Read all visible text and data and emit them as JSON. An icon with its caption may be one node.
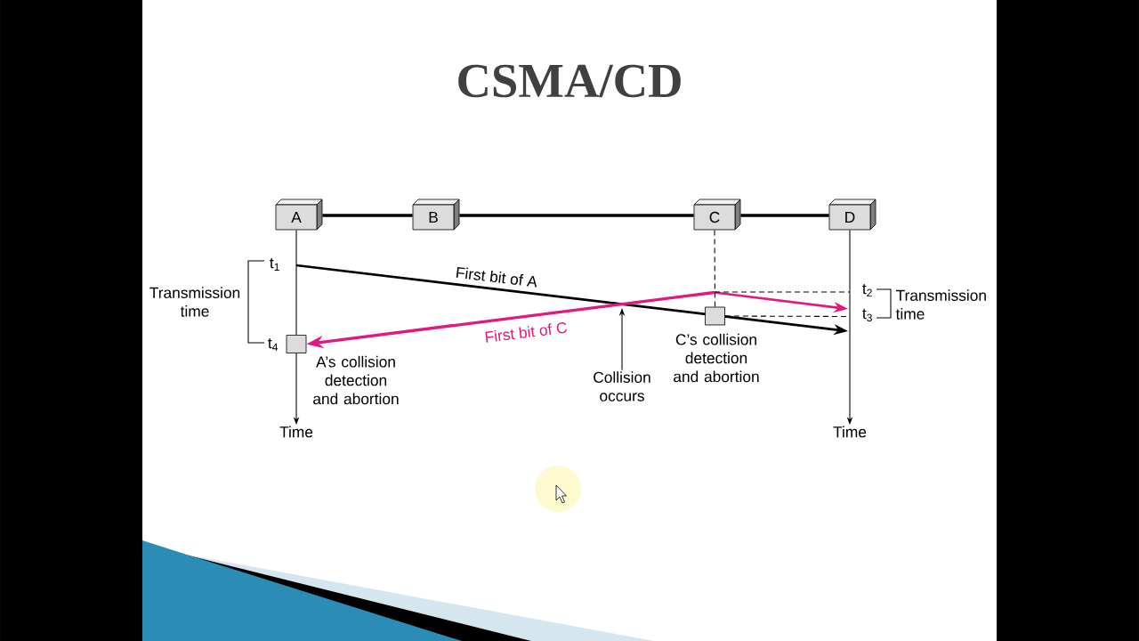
{
  "diagram": {
    "title": "CSMA/CD",
    "nodes": [
      {
        "text": [
          "A"
        ]
      },
      {
        "text": [
          "B"
        ]
      },
      {
        "text": [
          "C"
        ]
      },
      {
        "text": [
          "D"
        ]
      },
      {
        "text": [],
        "shape": "box",
        "beside": [
          "C’s collision detection and abortion"
        ]
      },
      {
        "text": [],
        "shape": "box",
        "beside": [
          "A’s collision detection and abortion"
        ]
      },
      {
        "text": [
          "Collision occurs"
        ]
      },
      {
        "text": [
          "Time"
        ]
      },
      {
        "text": [
          "Time"
        ]
      }
    ],
    "edges": [
      {
        "from": 0,
        "to": 1,
        "arrow": "none",
        "style": "thick"
      },
      {
        "from": 1,
        "to": 2,
        "arrow": "none",
        "style": "thick"
      },
      {
        "from": 2,
        "to": 3,
        "arrow": "none",
        "style": "thick"
      },
      {
        "from": 0,
        "to": 5,
        "arrow": "none"
      },
      {
        "from": 5,
        "to": 7,
        "arrow": "to"
      },
      {
        "from": 3,
        "to": 8,
        "arrow": "to"
      },
      {
        "from": 2,
        "to": 4,
        "arrow": "none",
        "style": "dashed"
      },
      {
        "from": 4,
        "to": null,
        "arrow": "none",
        "style": "dashed"
      },
      {
        "from": null,
        "to": 5,
        "arrow": "to",
        "label": "First bit of C",
        "style": "thick",
        "color": "#e2187f"
      },
      {
        "from": 6,
        "to": null,
        "arrow": "to"
      }
    ],
    "labels": [
      "t$_{1}$",
      "First bit of A",
      "t$_{2}$",
      "Transmission time",
      "Transmission time",
      "t$_{3}$",
      "t$_{4}$"
    ]
  }
}
